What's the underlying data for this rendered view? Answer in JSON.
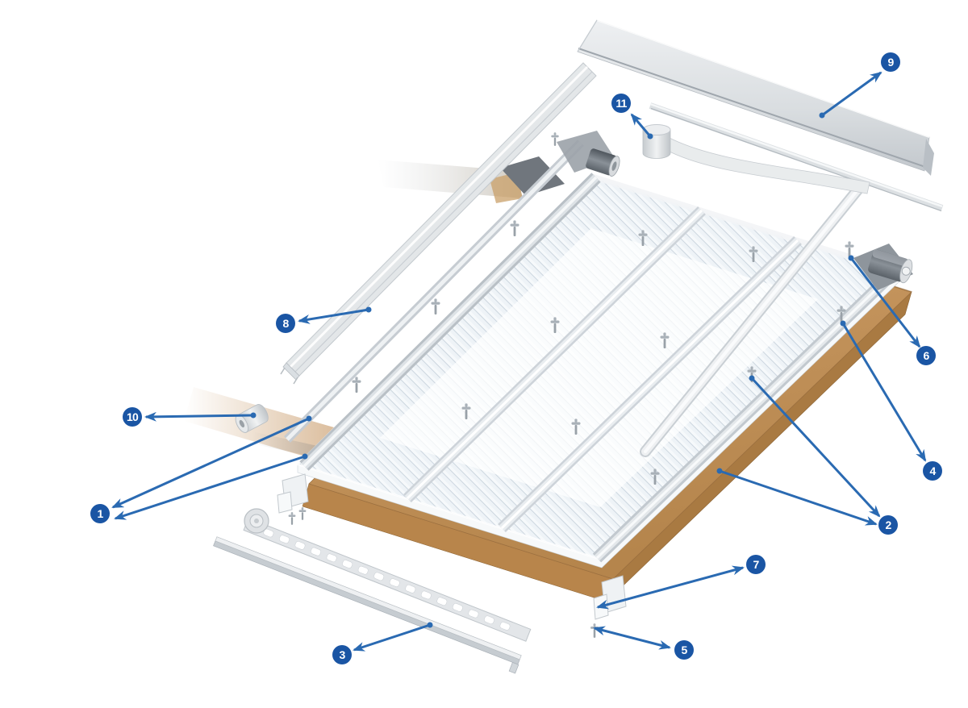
{
  "diagram": {
    "kind": "exploded-parts-diagram",
    "callout_count": "11"
  },
  "colors": {
    "badge": "#1a55a4",
    "arrow": "#2a6ab2",
    "wood": "#c0905a",
    "aluminum": "#d9dde0",
    "polycarbonate": "#e9eff4",
    "dark_metal": "#5d646b",
    "background": "#ffffff"
  },
  "callouts": [
    {
      "number": "1"
    },
    {
      "number": "2"
    },
    {
      "number": "3"
    },
    {
      "number": "4"
    },
    {
      "number": "5"
    },
    {
      "number": "6"
    },
    {
      "number": "7"
    },
    {
      "number": "8"
    },
    {
      "number": "9"
    },
    {
      "number": "10"
    },
    {
      "number": "11"
    }
  ]
}
